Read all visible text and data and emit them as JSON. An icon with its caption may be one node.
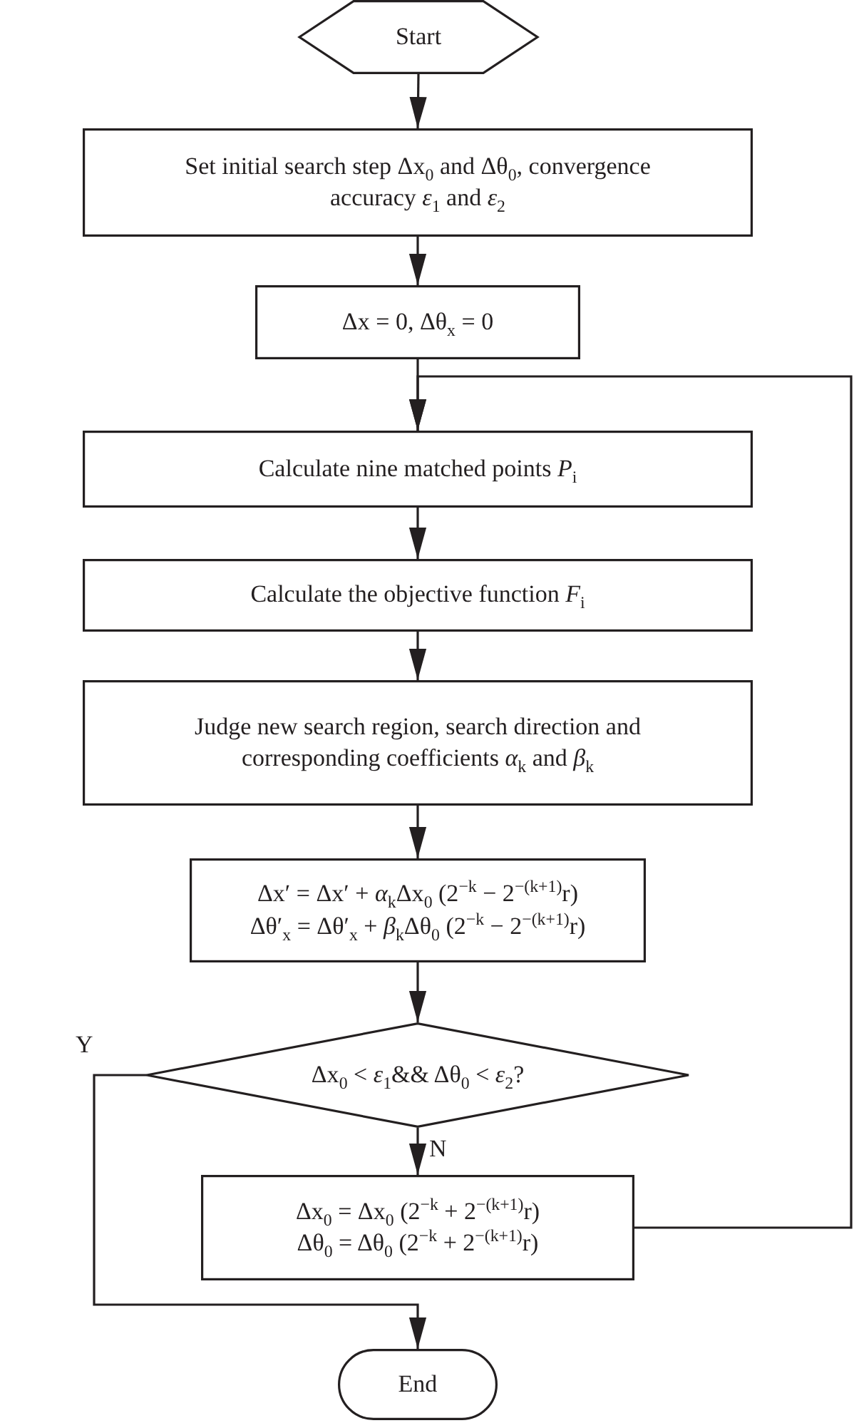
{
  "diagram": {
    "nodes": [
      {
        "text": [
          "Start"
        ]
      },
      {
        "text": [
          "Set initial search step Δx$_{0}$ and Δθ$_{0}$, convergence accuracy *ε*$_{1}$ and *ε*$_{2}$"
        ]
      },
      {
        "text": [
          "Δx = 0, Δθ$_{x}$ = 0"
        ]
      },
      {
        "text": [
          "Calculate nine matched points *P*$_{i}$"
        ]
      },
      {
        "text": [
          "Calculate the objective function *F*$_{i}$"
        ]
      },
      {
        "text": [
          "Judge new search region, search direction and corresponding coefficients *α*$_{k}$ and *β*$_{k}$"
        ]
      },
      {
        "text": [
          "Δx′ = Δx′ + *α*$_{k}$Δx$_{0}$ (2$^{−k}$ − 2$^{−(k+1)}$r)",
          "Δθ′$_{x}$ = Δθ′$_{x}$ + *β*$_{k}$Δθ$_{0}$ (2$^{−k}$ − 2$^{−(k+1)}$r)"
        ]
      },
      {
        "text": [
          "Δx$_{0}$ < *ε*$_{1}$&& Δθ$_{0}$ < *ε*$_{2}$?"
        ]
      },
      {
        "text": [
          "Δx$_{0}$ = Δx$_{0}$ (2$^{−k}$ + 2$^{−(k+1)}$r)",
          "Δθ$_{0}$ = Δθ$_{0}$ (2$^{−k}$ + 2$^{−(k+1)}$r)"
        ]
      },
      {
        "text": [
          "End"
        ]
      }
    ],
    "edges": [
      {
        "from": 0,
        "to": 1,
        "arrow": "to"
      },
      {
        "from": 1,
        "to": 2,
        "arrow": "to"
      },
      {
        "from": 2,
        "to": 3,
        "arrow": "to"
      },
      {
        "from": 3,
        "to": 4,
        "arrow": "to"
      },
      {
        "from": 4,
        "to": 5,
        "arrow": "to"
      },
      {
        "from": 5,
        "to": 6,
        "arrow": "to"
      },
      {
        "from": 6,
        "to": 7,
        "arrow": "to"
      },
      {
        "from": 7,
        "to": 8,
        "label": "N",
        "arrow": "to"
      },
      {
        "from": 8,
        "to": 3,
        "arrow": "to"
      },
      {
        "from": 7,
        "to": 9,
        "label": "Y",
        "arrow": "to"
      }
    ]
  }
}
